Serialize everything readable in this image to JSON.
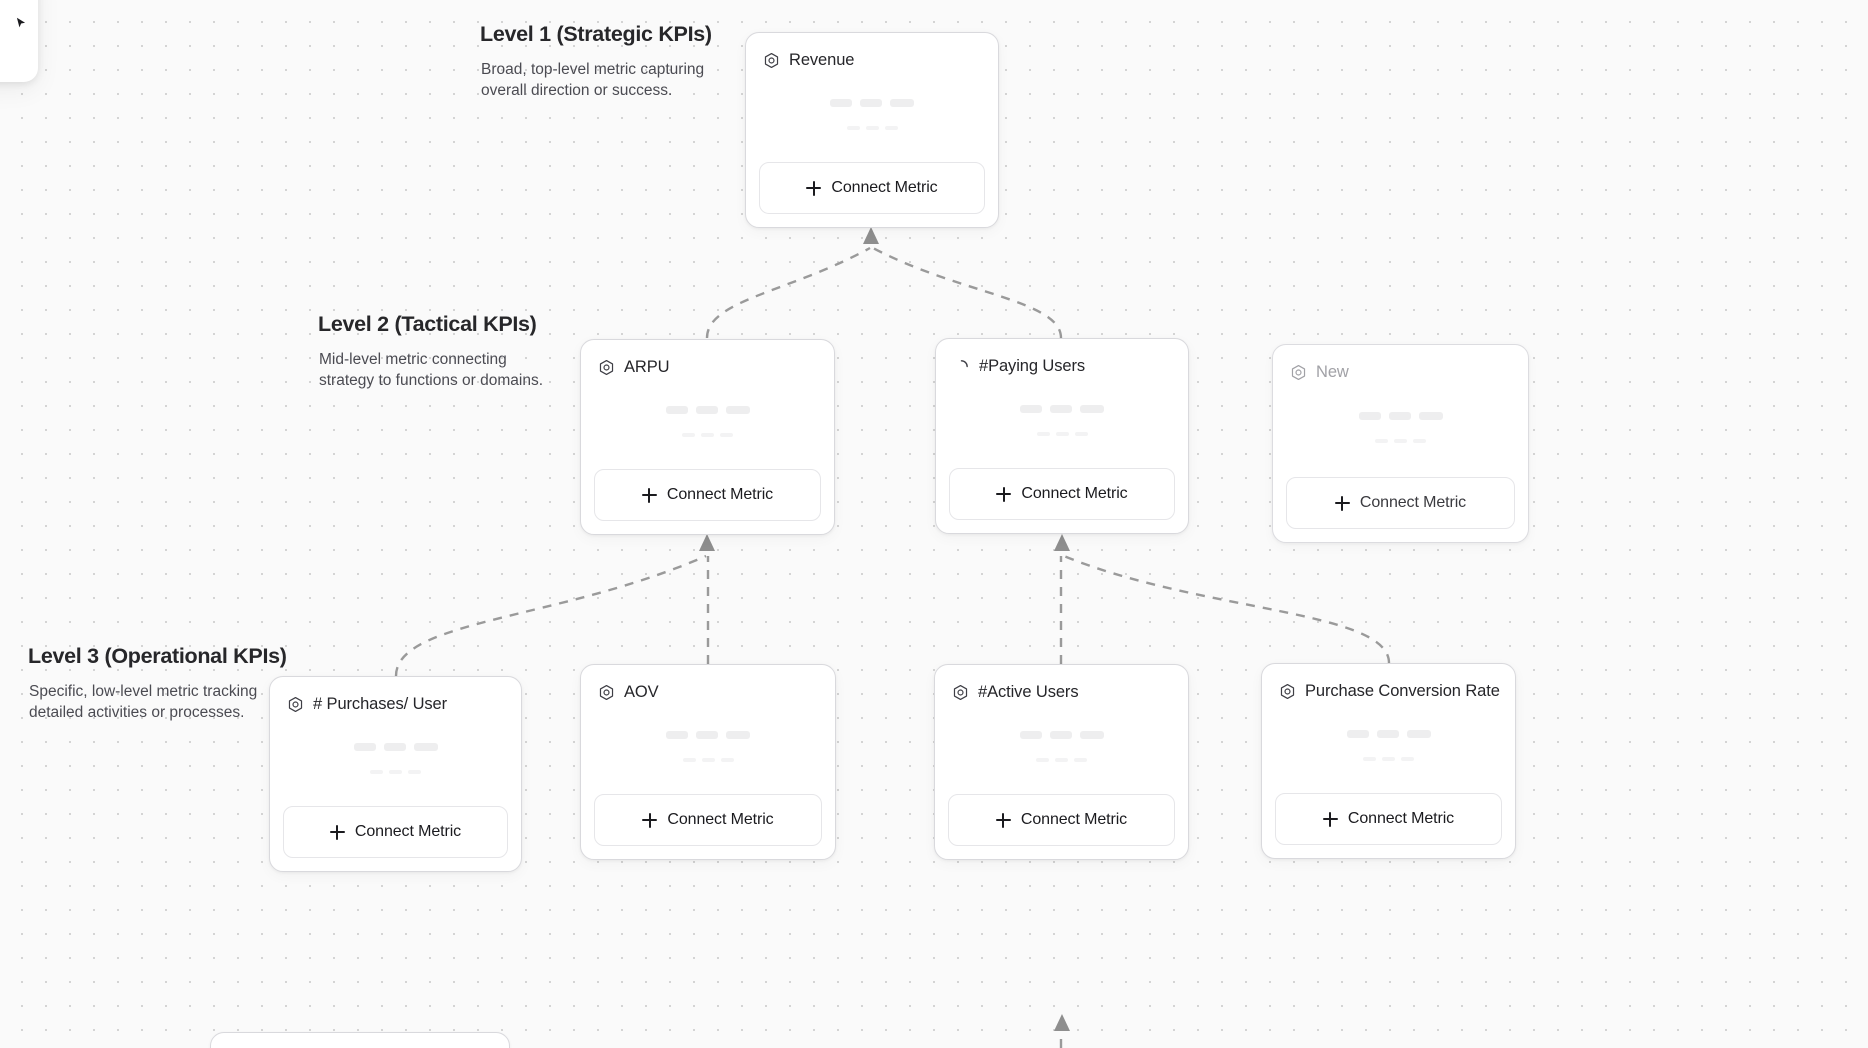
{
  "canvas": {
    "background_color": "#fafafa",
    "dot_color": "#d4d4d4"
  },
  "corner_panel": {
    "icon": "cursor-arrow-icon"
  },
  "levels": [
    {
      "id": "level-1",
      "title": "Level 1 (Strategic KPIs)",
      "description": "Broad, top-level metric capturing\noverall direction or success."
    },
    {
      "id": "level-2",
      "title": "Level 2 (Tactical KPIs)",
      "description": "Mid-level metric connecting\nstrategy to functions or domains."
    },
    {
      "id": "level-3",
      "title": "Level 3 (Operational KPIs)",
      "description": "Specific, low-level metric tracking\ndetailed activities or processes."
    }
  ],
  "connect_button_label": "Connect Metric",
  "cards": [
    {
      "id": "card-revenue",
      "title": "Revenue",
      "icon": "hexagon-metric-icon",
      "level": 1,
      "state": "active",
      "connect_label": "Connect Metric"
    },
    {
      "id": "card-arpu",
      "title": "ARPU",
      "icon": "hexagon-metric-icon",
      "level": 2,
      "state": "active",
      "connect_label": "Connect Metric"
    },
    {
      "id": "card-paying-users",
      "title": "#Paying Users",
      "icon": "loading-spinner-icon",
      "level": 2,
      "state": "loading",
      "connect_label": "Connect Metric"
    },
    {
      "id": "card-new",
      "title": "New",
      "icon": "hexagon-metric-icon",
      "level": 2,
      "state": "placeholder",
      "connect_label": "Connect Metric"
    },
    {
      "id": "card-purchases",
      "title": "# Purchases/ User",
      "icon": "hexagon-metric-icon",
      "level": 3,
      "state": "active",
      "connect_label": "Connect Metric"
    },
    {
      "id": "card-aov",
      "title": "AOV",
      "icon": "hexagon-metric-icon",
      "level": 3,
      "state": "active",
      "connect_label": "Connect Metric"
    },
    {
      "id": "card-active-users",
      "title": "#Active Users",
      "icon": "hexagon-metric-icon",
      "level": 3,
      "state": "active",
      "connect_label": "Connect Metric"
    },
    {
      "id": "card-conversion",
      "title": "Purchase Conversion Rate",
      "icon": "hexagon-metric-icon",
      "level": 3,
      "state": "active",
      "connect_label": "Connect Metric"
    }
  ],
  "connections": [
    {
      "from": "card-arpu",
      "to": "card-revenue"
    },
    {
      "from": "card-paying-users",
      "to": "card-revenue"
    },
    {
      "from": "card-purchases",
      "to": "card-arpu"
    },
    {
      "from": "card-aov",
      "to": "card-arpu"
    },
    {
      "from": "card-active-users",
      "to": "card-paying-users"
    },
    {
      "from": "card-conversion",
      "to": "card-paying-users"
    }
  ]
}
